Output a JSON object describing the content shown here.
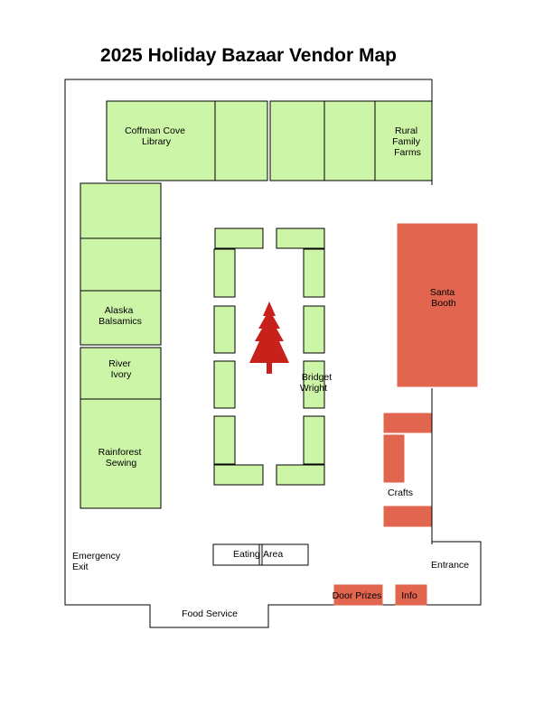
{
  "title": "2025 Holiday Bazaar Vendor Map",
  "labels": {
    "coffman_line1": "Coffman Cove",
    "coffman_line2": "Library",
    "rural_line1": "Rural",
    "rural_line2": "Family",
    "rural_line3": "Farms",
    "alaska_line1": "Alaska",
    "alaska_line2": "Balsamics",
    "river_line1": "River",
    "river_line2": "Ivory",
    "rainforest_line1": "Rainforest",
    "rainforest_line2": "Sewing",
    "santa_line1": "Santa",
    "santa_line2": "Booth",
    "bridget_line1": "Bridget",
    "bridget_line2": "Wright",
    "crafts": "Crafts",
    "emergency_line1": "Emergency",
    "emergency_line2": "Exit",
    "eating_1": "Eating",
    "eating_2": "Area",
    "entrance": "Entrance",
    "door_prizes": "Door Prizes",
    "info": "Info",
    "food_service": "Food Service"
  },
  "colors": {
    "vendor_booth": "#ccf5a8",
    "featured_area": "#e1654f",
    "tree": "#c8201a"
  },
  "icons": {
    "center_tree": "christmas-tree-icon"
  }
}
